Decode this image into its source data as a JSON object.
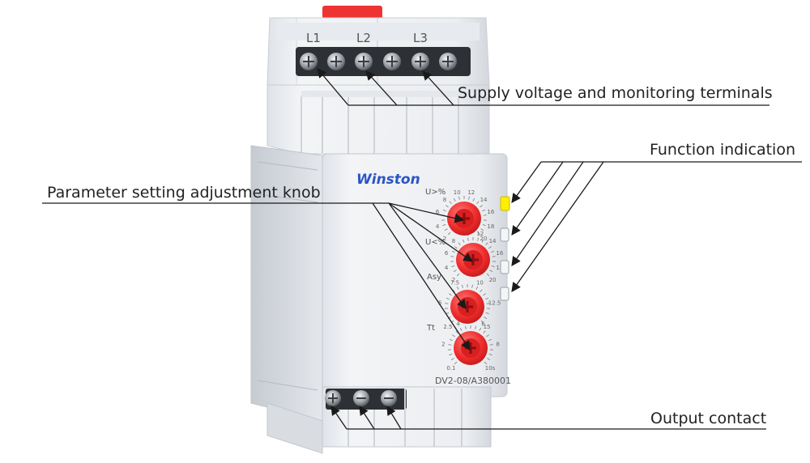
{
  "callouts": {
    "supply": "Supply voltage and monitoring terminals",
    "function": "Function indication",
    "parameter": "Parameter setting adjustment knob",
    "output": "Output contact"
  },
  "device": {
    "brand": "Winston",
    "model": "DV2-08/A380001",
    "terminal_labels": [
      "L1",
      "L2",
      "L3"
    ],
    "knobs": [
      {
        "label": "U>%",
        "scale": [
          "2",
          "4",
          "6",
          "8",
          "10",
          "12",
          "14",
          "16",
          "18",
          "20"
        ]
      },
      {
        "label": "U<%",
        "scale": [
          "2",
          "4",
          "6",
          "8",
          "10",
          "12",
          "14",
          "16",
          "18",
          "20"
        ]
      },
      {
        "label": "Asy",
        "scale": [
          "2.5",
          "5",
          "7.5",
          "10",
          "12.5",
          "15"
        ]
      },
      {
        "label": "Tt",
        "scale": [
          "0.1",
          "2",
          "4",
          "6",
          "8",
          "10s"
        ]
      }
    ]
  },
  "colors": {
    "knob": "#ee2b2b",
    "led_on": "#ffee00",
    "housing": "#eef0f3"
  }
}
